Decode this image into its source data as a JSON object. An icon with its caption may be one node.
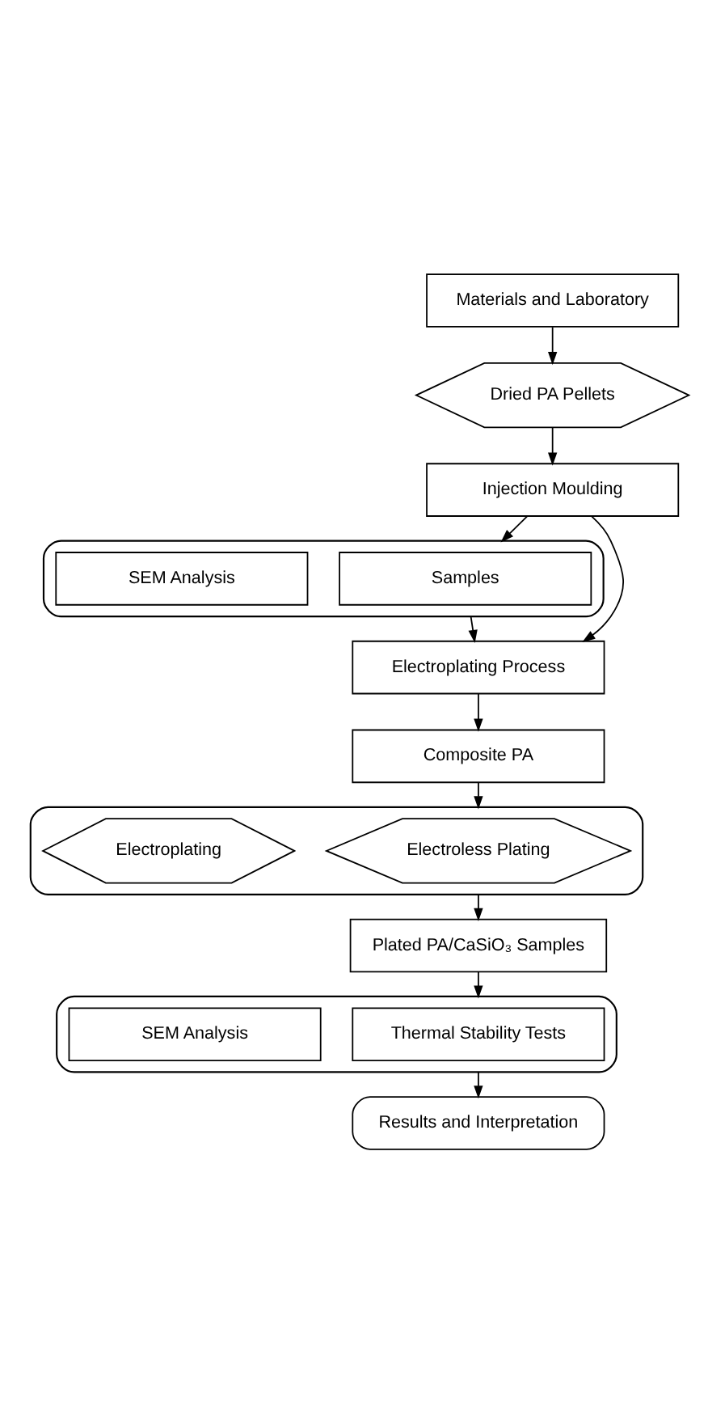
{
  "diagram": {
    "nodes": [
      {
        "text": [
          "Materials and Laboratory"
        ]
      },
      {
        "text": [
          "Dried PA Pellets"
        ]
      },
      {
        "text": [
          "Injection Moulding"
        ]
      },
      {
        "text": [],
        "shape": "box"
      },
      {
        "text": [
          "Samples"
        ],
        "in": 3
      },
      {
        "text": [
          "SEM Analysis"
        ],
        "in": 3
      },
      {
        "text": [
          "Electroplating Process"
        ]
      },
      {
        "text": [
          "Composite PA"
        ]
      },
      {
        "text": [],
        "shape": "box"
      },
      {
        "text": [
          "Electroless Plating"
        ],
        "in": 8
      },
      {
        "text": [
          "Electroplating"
        ],
        "in": 8
      },
      {
        "text": [
          "Plated PA/CaSiO₃ Samples"
        ]
      },
      {
        "text": [],
        "shape": "box"
      },
      {
        "text": [
          "Thermal Stability Tests"
        ],
        "in": 12
      },
      {
        "text": [
          "SEM Analysis"
        ],
        "in": 12
      },
      {
        "text": [
          "Results and Interpretation"
        ]
      }
    ],
    "edges": [
      {
        "from": 0,
        "to": 1,
        "arrow": "to"
      },
      {
        "from": 1,
        "to": 2,
        "arrow": "to"
      },
      {
        "from": 2,
        "to": 3,
        "arrow": "to"
      },
      {
        "from": 2,
        "to": 6,
        "arrow": "to"
      },
      {
        "from": 3,
        "to": 6,
        "arrow": "to"
      },
      {
        "from": 6,
        "to": 7,
        "arrow": "to"
      },
      {
        "from": 7,
        "to": 8,
        "arrow": "to"
      },
      {
        "from": 8,
        "to": 11,
        "arrow": "to"
      },
      {
        "from": 11,
        "to": 12,
        "arrow": "to"
      },
      {
        "from": 12,
        "to": 15,
        "arrow": "to"
      }
    ]
  }
}
